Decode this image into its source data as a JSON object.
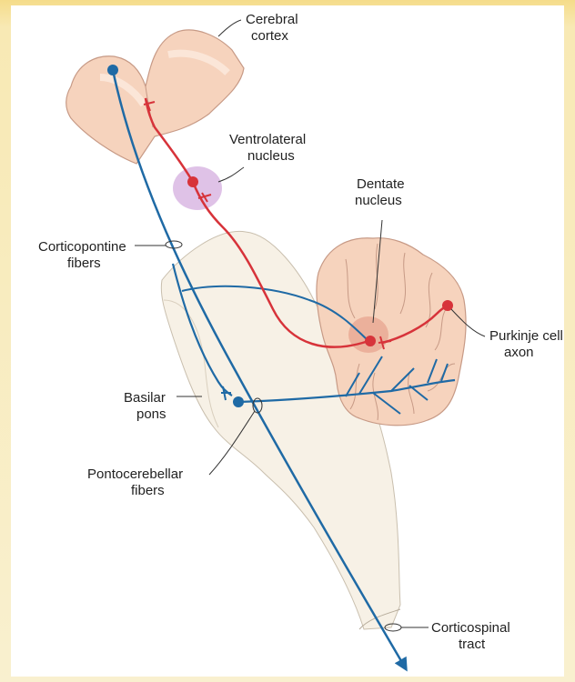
{
  "labels": {
    "cerebral_cortex": [
      "Cerebral",
      "cortex"
    ],
    "ventrolateral_nucleus": [
      "Ventrolateral",
      "nucleus"
    ],
    "dentate_nucleus": [
      "Dentate",
      "nucleus"
    ],
    "corticopontine_fibers": [
      "Corticopontine",
      "fibers"
    ],
    "purkinje_cell_axon": [
      "Purkinje cell",
      "axon"
    ],
    "basilar_pons": [
      "Basilar",
      "pons"
    ],
    "pontocerebellar_fibers": [
      "Pontocerebellar",
      "fibers"
    ],
    "corticospinal_tract": [
      "Corticospinal",
      "tract"
    ]
  },
  "colors": {
    "red_pathway": "#d7333a",
    "blue_pathway": "#1f6aa5",
    "cortex_fill": "#f6d3bd",
    "brainstem_fill": "#f7f1e6",
    "thalamus_fill": "#d9b7e3"
  }
}
